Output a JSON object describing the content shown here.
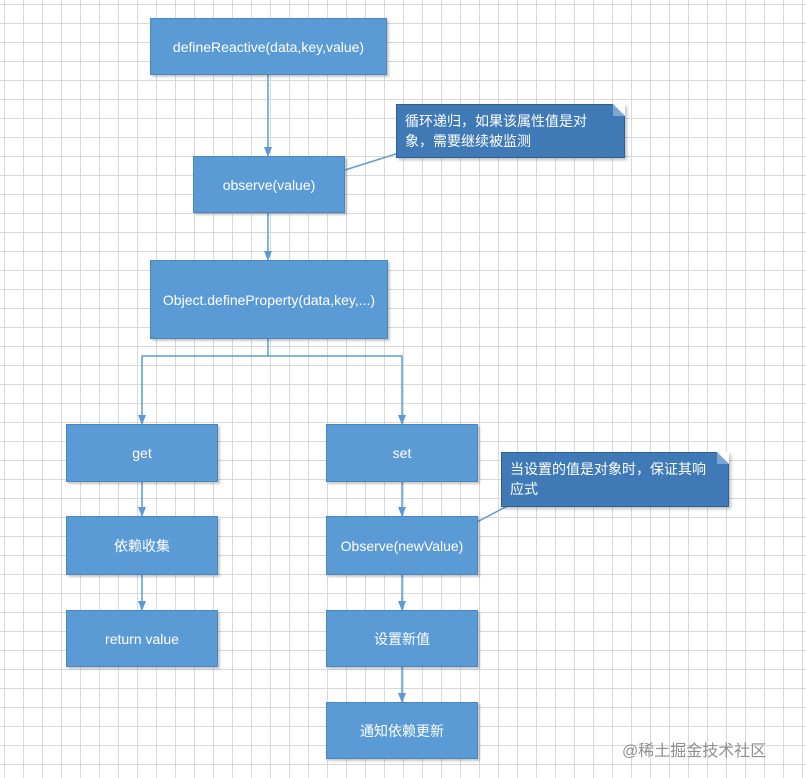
{
  "nodes": {
    "define_reactive": "defineReactive(data,key,value)",
    "observe": "observe(value)",
    "define_property": "Object.defineProperty(data,key,...)",
    "get": "get",
    "set": "set",
    "dep_collect": "依赖收集",
    "observe_new": "Observe(newValue)",
    "return_value": "return value",
    "set_new_value": "设置新值",
    "notify": "通知依赖更新"
  },
  "callouts": {
    "recursive": "循环递归，如果该属性值是对象，需要继续被监测",
    "reactive": "当设置的值是对象时，保证其响应式"
  },
  "watermark": "@稀土掘金技术社区",
  "colors": {
    "node_fill": "#5b9bd5",
    "callout_fill": "#3f79b6",
    "connector": "#5b9bd5"
  }
}
